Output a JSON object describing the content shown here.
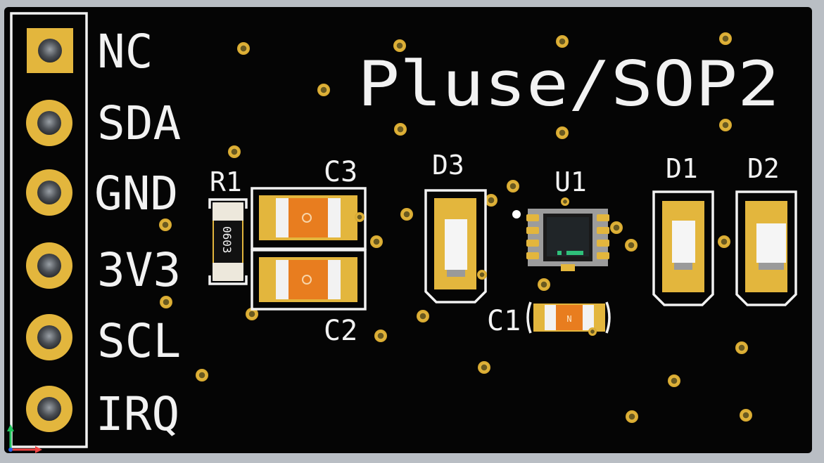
{
  "board": {
    "title": "Pluse/SOP2",
    "colors": {
      "board": "#050505",
      "background": "#b9bec4",
      "silkscreen": "#f2f2f2",
      "copper_gold": "#e3b63d",
      "capacitor_orange": "#e87d1f",
      "led_white": "#f5f5f5"
    }
  },
  "header_pins": [
    "NC",
    "SDA",
    "GND",
    "3V3",
    "SCL",
    "IRQ"
  ],
  "components": {
    "r1": {
      "designator": "R1",
      "marking": "0603"
    },
    "c3": {
      "designator": "C3"
    },
    "c2": {
      "designator": "C2"
    },
    "c1": {
      "designator": "C1",
      "marking": "N"
    },
    "d3": {
      "designator": "D3"
    },
    "u1": {
      "designator": "U1"
    },
    "d1": {
      "designator": "D1"
    },
    "d2": {
      "designator": "D2"
    }
  },
  "icons": [
    "axis-triad-icon"
  ]
}
